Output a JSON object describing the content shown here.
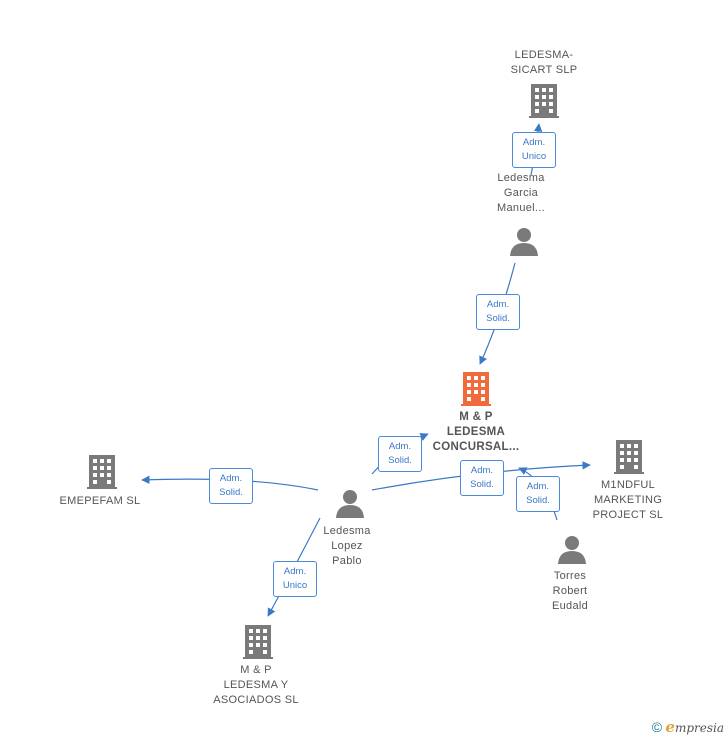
{
  "colors": {
    "edge": "#3b78c8",
    "company": "#777777",
    "main_company": "#f06a3c",
    "person": "#777777"
  },
  "nodes": {
    "sicart": {
      "lines": [
        "LEDESMA-",
        "SICART SLP"
      ],
      "icon": "building-icon"
    },
    "garcia": {
      "lines": [
        "Ledesma",
        "Garcia",
        "Manuel..."
      ],
      "icon": "person-icon"
    },
    "main": {
      "lines": [
        "M & P",
        "LEDESMA",
        "CONCURSAL..."
      ],
      "icon": "building-icon"
    },
    "emepefam": {
      "lines": [
        "EMEPEFAM SL"
      ],
      "icon": "building-icon"
    },
    "lopez": {
      "lines": [
        "Ledesma",
        "Lopez",
        "Pablo"
      ],
      "icon": "person-icon"
    },
    "mindful": {
      "lines": [
        "M1NDFUL",
        "MARKETING",
        "PROJECT SL"
      ],
      "icon": "building-icon"
    },
    "torres": {
      "lines": [
        "Torres",
        "Robert",
        "Eudald"
      ],
      "icon": "person-icon"
    },
    "asociados": {
      "lines": [
        "M & P",
        "LEDESMA Y",
        "ASOCIADOS SL"
      ],
      "icon": "building-icon"
    }
  },
  "edges": {
    "garcia_sicart": [
      "Adm.",
      "Unico"
    ],
    "garcia_main": [
      "Adm.",
      "Solid."
    ],
    "lopez_main": [
      "Adm.",
      "Solid."
    ],
    "lopez_emepefam": [
      "Adm.",
      "Solid."
    ],
    "lopez_mindful": [
      "Adm.",
      "Solid."
    ],
    "torres_main": [
      "Adm.",
      "Solid."
    ],
    "lopez_asociados": [
      "Adm.",
      "Unico"
    ]
  },
  "footer": {
    "copyright": "©",
    "brand_initial": "e",
    "brand_rest": "mpresia"
  }
}
